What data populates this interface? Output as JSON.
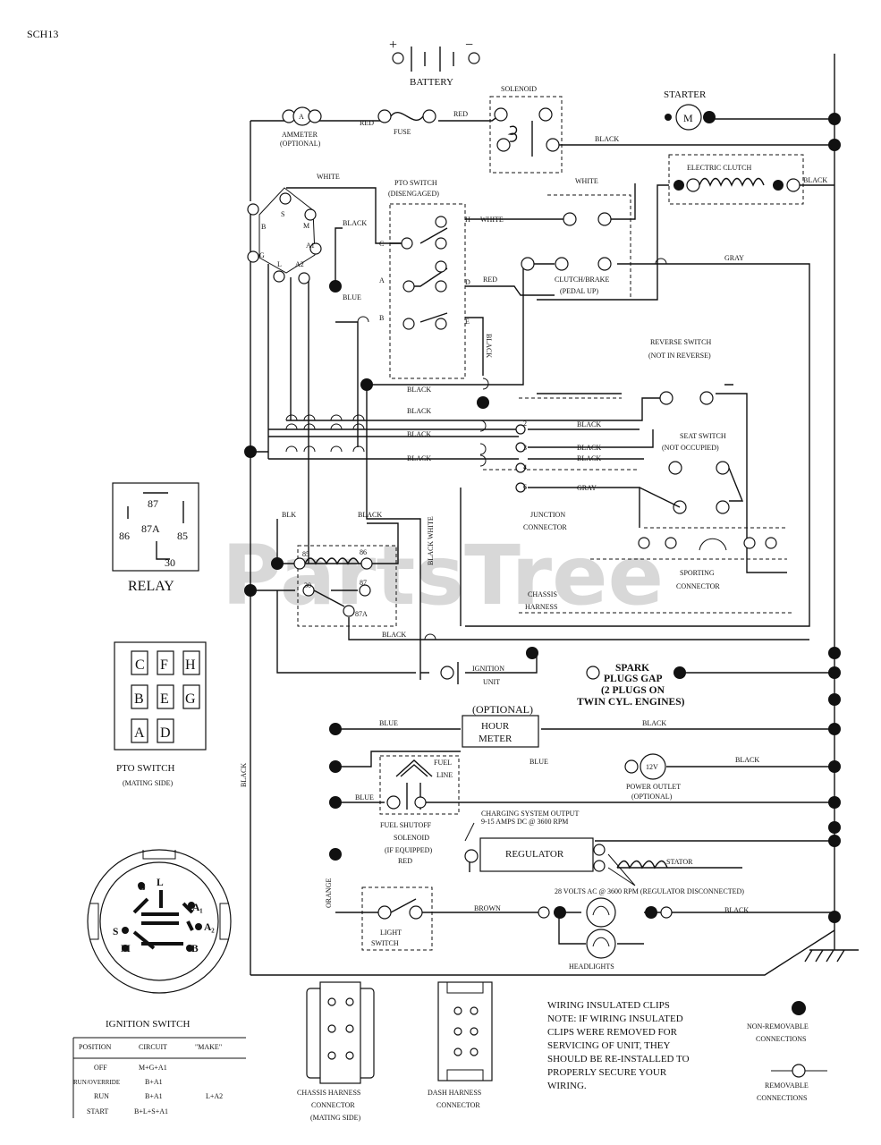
{
  "page_code": "SCH13",
  "watermark": "PartsTree",
  "battery": {
    "label": "BATTERY",
    "plus": "+",
    "minus": "−"
  },
  "solenoid": {
    "label": "SOLENOID"
  },
  "starter": {
    "label": "STARTER",
    "symbol": "M"
  },
  "ammeter": {
    "label": "AMMETER",
    "sub": "(OPTIONAL)",
    "symbol": "A"
  },
  "fuse": {
    "label": "FUSE"
  },
  "electric_clutch": {
    "label": "ELECTRIC CLUTCH"
  },
  "pto_switch_main": {
    "label": "PTO SWITCH",
    "sub": "(DISENGAGED)"
  },
  "clutch_brake": {
    "label": "CLUTCH/BRAKE",
    "sub": "(PEDAL UP)"
  },
  "reverse_switch": {
    "label": "REVERSE SWITCH",
    "sub": "(NOT IN REVERSE)"
  },
  "seat_switch": {
    "label": "SEAT SWITCH",
    "sub": "(NOT OCCUPIED)"
  },
  "junction_connector": {
    "label": "JUNCTION",
    "sub": "CONNECTOR",
    "pins": [
      "2",
      "3",
      "4",
      "6"
    ]
  },
  "sporting_connector": {
    "label": "SPORTING",
    "sub": "CONNECTOR"
  },
  "chassis_harness": {
    "label": "CHASSIS",
    "sub": "HARNESS"
  },
  "ignition_unit": {
    "label": "IGNITION",
    "sub": "UNIT"
  },
  "spark_plugs": {
    "line1": "SPARK",
    "line2": "PLUGS GAP",
    "line3": "(2 PLUGS ON",
    "line4": "TWIN CYL. ENGINES)"
  },
  "hour_meter": {
    "optional": "(OPTIONAL)",
    "line1": "HOUR",
    "line2": "METER"
  },
  "fuel_line": {
    "line1": "FUEL",
    "line2": "LINE"
  },
  "power_outlet": {
    "label": "POWER OUTLET",
    "sub": "(OPTIONAL)",
    "symbol": "12V"
  },
  "fuel_shutoff": {
    "line1": "FUEL SHUTOFF",
    "line2": "SOLENOID",
    "line3": "(IF EQUIPPED)"
  },
  "charging": {
    "line1": "CHARGING SYSTEM OUTPUT",
    "line2": "9-15 AMPS DC @ 3600 RPM"
  },
  "regulator": {
    "label": "REGULATOR"
  },
  "stator": {
    "label": "STATOR"
  },
  "stator_note": "28 VOLTS AC @ 3600 RPM (REGULATOR DISCONNECTED)",
  "light_switch": {
    "line1": "LIGHT",
    "line2": "SWITCH"
  },
  "headlights": {
    "label": "HEADLIGHTS"
  },
  "ignition_switch_terminals": {
    "b": "B",
    "s": "S",
    "m": "M",
    "a1": "A1",
    "g": "G",
    "l": "L",
    "a2": "A2"
  },
  "pto_terminals": {
    "c": "C",
    "a": "A",
    "b": "B",
    "h": "H",
    "d": "D",
    "e": "E"
  },
  "relay_terminals": {
    "t85": "85",
    "t86": "86",
    "t30": "30",
    "t87": "87",
    "t87a": "87A"
  },
  "wire_colors": {
    "red": "RED",
    "black": "BLACK",
    "white": "WHITE",
    "blue": "BLUE",
    "gray": "GRAY",
    "orange": "ORANGE",
    "brown": "BROWN",
    "black_white": "BLACK WHITE",
    "blk": "BLK"
  },
  "relay_legend": {
    "title": "RELAY",
    "t87": "87",
    "t87a": "87A",
    "t86": "86",
    "t85": "85",
    "t30": "30"
  },
  "pto_legend": {
    "title": "PTO SWITCH",
    "sub": "(MATING SIDE)",
    "grid": [
      [
        "C",
        "F",
        "H"
      ],
      [
        "B",
        "E",
        "G"
      ],
      [
        "A",
        "D",
        ""
      ]
    ]
  },
  "ignition_switch_legend": {
    "title": "IGNITION SWITCH",
    "terminals": {
      "g": "G",
      "l": "L",
      "a1": "A₁",
      "s": "S",
      "a2": "A₂",
      "m": "M",
      "b": "B"
    },
    "table": {
      "headers": [
        "POSITION",
        "CIRCUIT",
        "\"MAKE\""
      ],
      "rows": [
        [
          "OFF",
          "M+G+A1",
          ""
        ],
        [
          "RUN/OVERRIDE",
          "B+A1",
          ""
        ],
        [
          "RUN",
          "B+A1",
          "L+A2"
        ],
        [
          "START",
          "B+L+S+A1",
          ""
        ]
      ]
    }
  },
  "chassis_harness_connector": {
    "line1": "CHASSIS HARNESS",
    "line2": "CONNECTOR",
    "line3": "(MATING SIDE)"
  },
  "dash_harness_connector": {
    "line1": "DASH HARNESS",
    "line2": "CONNECTOR"
  },
  "clips_note": {
    "title": "WIRING INSULATED CLIPS",
    "lines": [
      "NOTE: IF WIRING INSULATED",
      "CLIPS WERE REMOVED FOR",
      "SERVICING OF UNIT, THEY",
      "SHOULD BE RE-INSTALLED TO",
      "PROPERLY SECURE YOUR",
      "WIRING."
    ]
  },
  "legend": {
    "non_removable": {
      "line1": "NON-REMOVABLE",
      "line2": "CONNECTIONS"
    },
    "removable": {
      "line1": "REMOVABLE",
      "line2": "CONNECTIONS"
    }
  }
}
